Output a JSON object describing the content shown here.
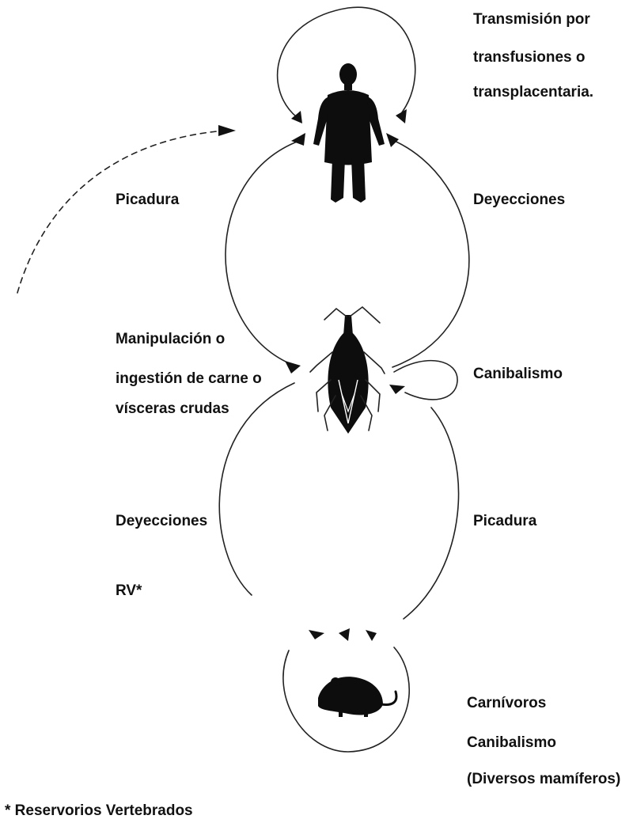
{
  "labels": {
    "top_right_line1": "Transmisión por",
    "top_right_line2": "transfusiones o",
    "top_right_line3": "transplacentaria.",
    "upper_left": "Picadura",
    "upper_right": "Deyecciones",
    "middle_left_line1": "Manipulación o",
    "middle_left_line2": "ingestión de carne o",
    "middle_left_line3": "vísceras crudas",
    "middle_right": "Canibalismo",
    "lower_left": "Deyecciones",
    "lower_right": "Picadura",
    "rv": "RV*",
    "bottom_right_line1": "Carnívoros",
    "bottom_right_line2": "Canibalismo",
    "bottom_right_line3": "(Diversos mamíferos)",
    "footnote": "* Reservorios Vertebrados"
  },
  "icons": {
    "top": "human-silhouette-icon",
    "middle": "triatomine-bug-icon",
    "bottom": "rodent-icon"
  }
}
